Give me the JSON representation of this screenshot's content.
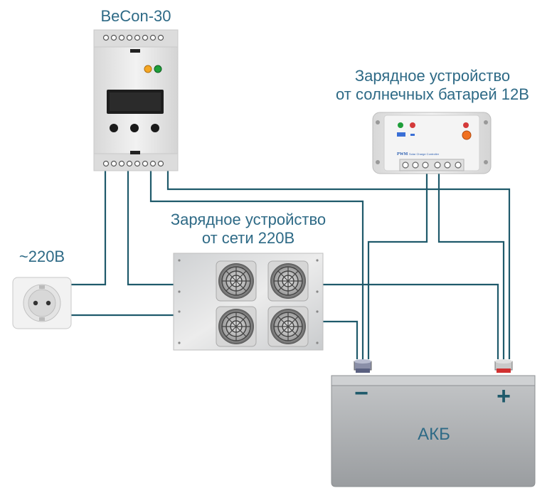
{
  "labels": {
    "controller": "BeCon-30",
    "solar_charger_line1": "Зарядное устройство",
    "solar_charger_line2": "от солнечных батарей 12В",
    "mains_charger_line1": "Зарядное устройство",
    "mains_charger_line2": "от сети 220В",
    "socket": "~220В",
    "battery": "АКБ",
    "battery_minus": "−",
    "battery_plus": "+",
    "solar_device_text": "PWM",
    "solar_device_subtext": "Solar Charge Controller"
  },
  "colors": {
    "wire": "#1f5a6b",
    "label": "#2e6a86",
    "device_body": "#e6e6e6",
    "battery_body": "#a9acaf",
    "led_amber": "#f5a623",
    "led_green": "#1f9e3a"
  }
}
